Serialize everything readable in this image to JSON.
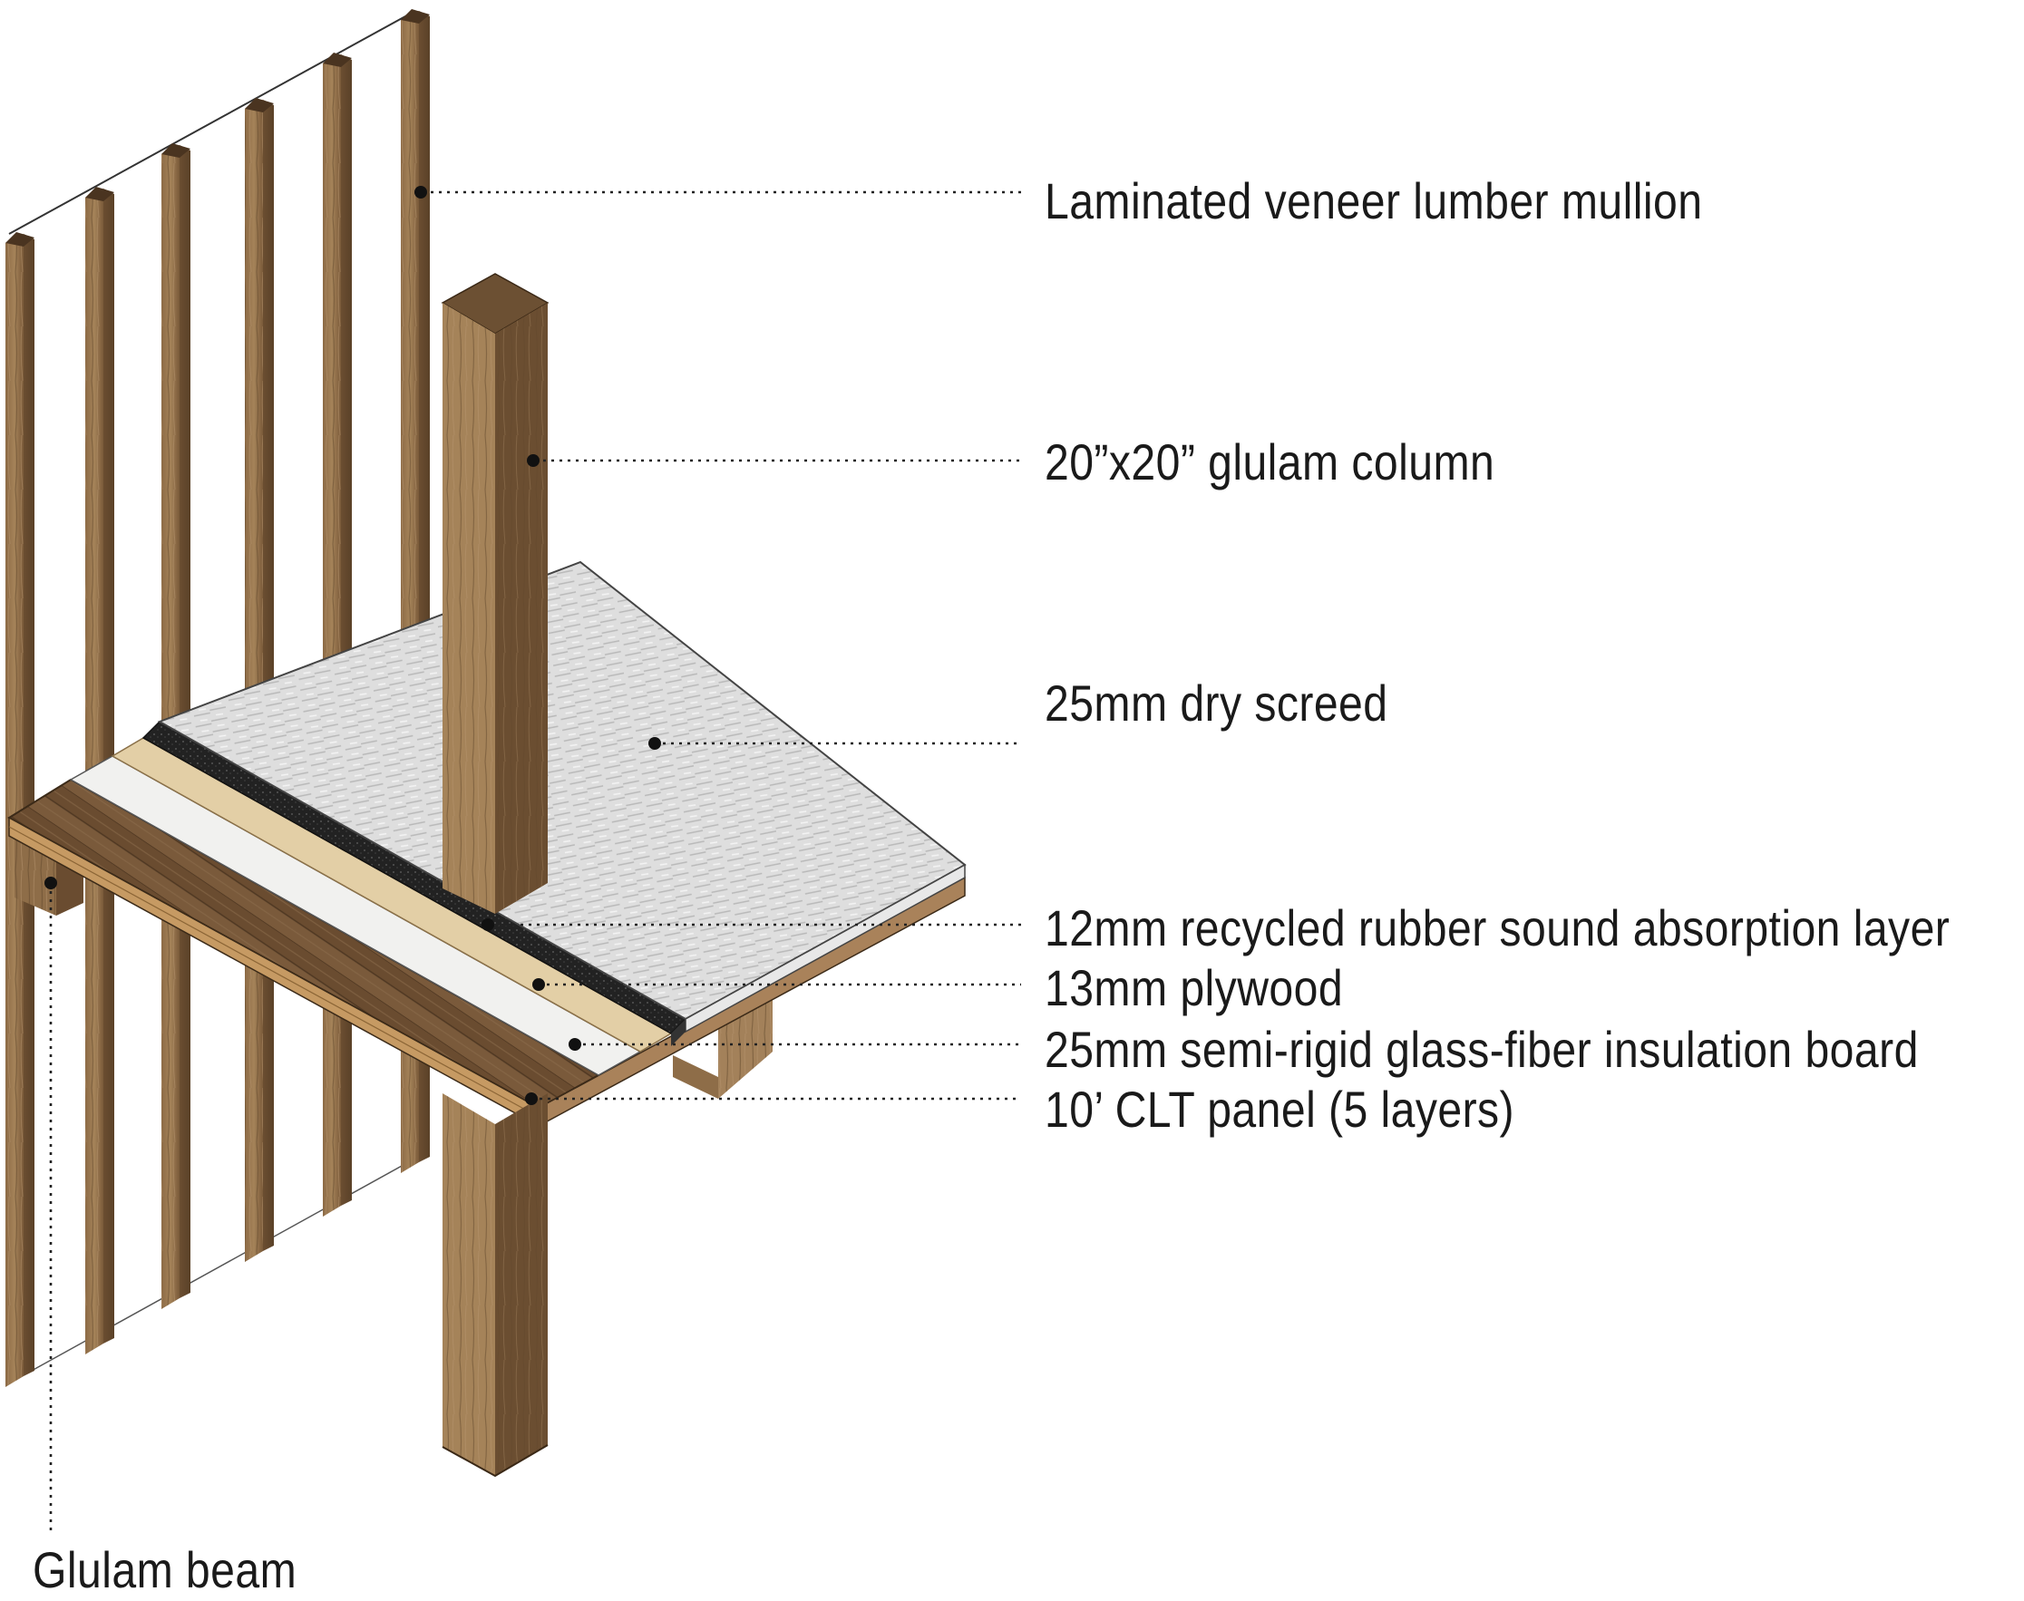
{
  "diagram": {
    "labels": {
      "mullion": "Laminated veneer lumber mullion",
      "column": "20”x20” glulam column",
      "screed": "25mm dry screed",
      "rubber": "12mm recycled rubber sound absorption layer",
      "plywood": "13mm plywood",
      "insulation": "25mm semi-rigid glass-fiber insulation board",
      "clt": "10’ CLT panel (5 layers)",
      "beam": "Glulam beam"
    },
    "colors": {
      "wood_light": "#a0805a",
      "wood_mid": "#7f6140",
      "wood_dark": "#5a4128",
      "clt_top": "#735536",
      "screed": "#dcdcdc",
      "rubber": "#262626",
      "plywood": "#e3cfa6",
      "insulation": "#f1f1ef",
      "leader": "#222222"
    }
  }
}
